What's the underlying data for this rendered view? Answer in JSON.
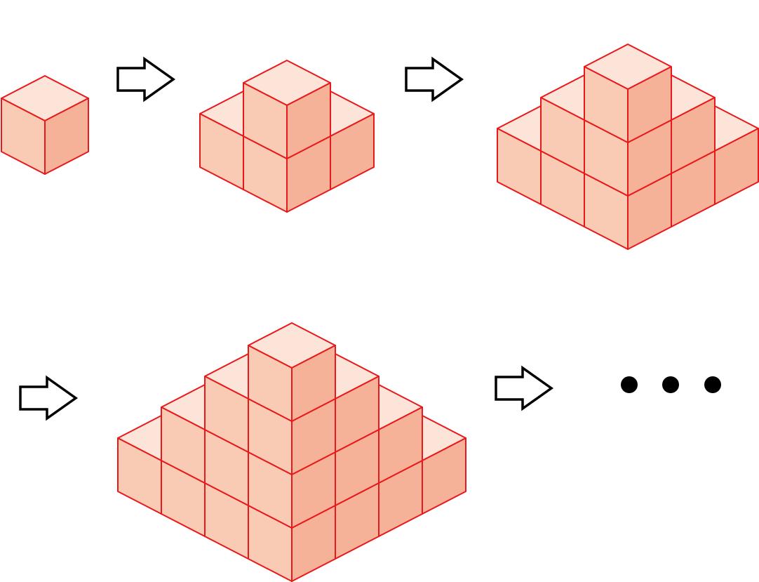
{
  "colors": {
    "edge": "#e8191b",
    "top_face": "#fce4d8",
    "left_face": "#f9cbb5",
    "right_face": "#f6b199",
    "arrow_stroke": "#000000",
    "arrow_fill": "#ffffff",
    "dot": "#000000"
  },
  "sequence": [
    {
      "pyramid_levels": 1
    },
    {
      "pyramid_levels": 2
    },
    {
      "pyramid_levels": 3
    },
    {
      "pyramid_levels": 4
    }
  ],
  "continuation": {
    "icon": "ellipsis-dots",
    "dot_count": 3
  },
  "arrows": {
    "count": 4,
    "icon": "right-arrow-icon"
  }
}
